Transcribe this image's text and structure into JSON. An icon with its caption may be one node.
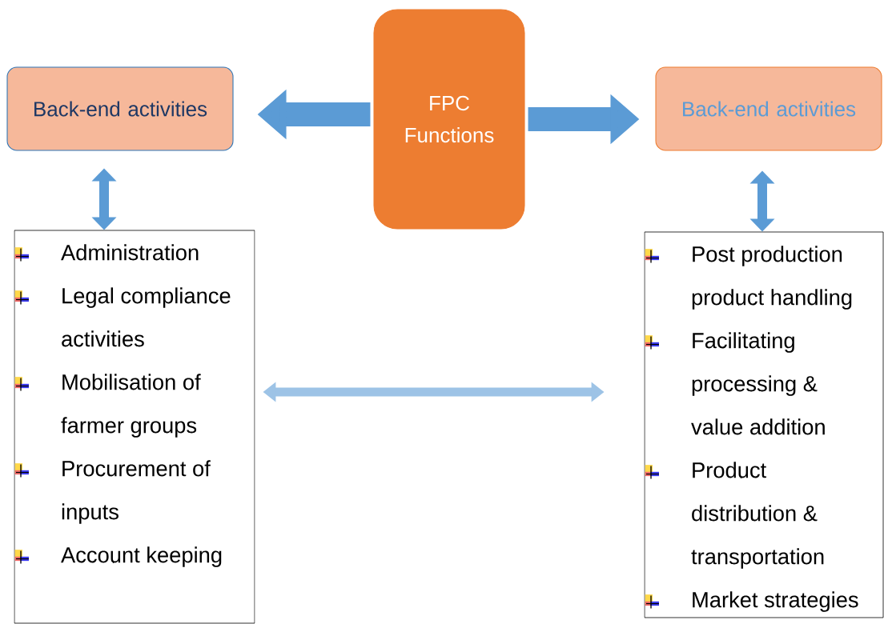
{
  "diagram": {
    "nodes": [
      {
        "text": [
          "FPC Functions"
        ]
      },
      {
        "text": [
          "Back-end activities"
        ]
      },
      {
        "text": [
          "Back-end activities"
        ]
      },
      {
        "text": [
          "Administration",
          "Legal compliance activities",
          "Mobilisation of farmer groups",
          "Procurement of inputs",
          "Account keeping"
        ]
      },
      {
        "text": [
          "Post production product handling",
          "Facilitating processing & value addition",
          "Product distribution & transportation",
          "Market strategies"
        ]
      }
    ],
    "edges": [
      {
        "from": 0,
        "to": 1,
        "arrow": "to",
        "style": "thick"
      },
      {
        "from": 0,
        "to": 2,
        "arrow": "to",
        "style": "thick"
      },
      {
        "from": 1,
        "to": 3,
        "arrow": "both"
      },
      {
        "from": 2,
        "to": 4,
        "arrow": "both"
      },
      {
        "from": 3,
        "to": 4,
        "arrow": "both",
        "color": "#9dc3e6"
      }
    ]
  }
}
